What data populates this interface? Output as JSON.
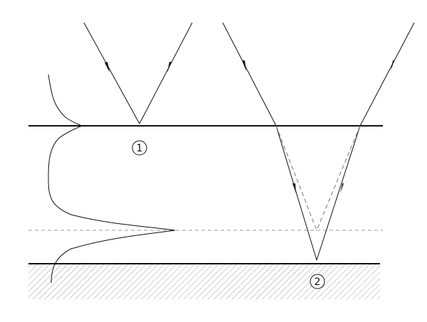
{
  "markers": [
    {
      "id": "reflection-point-1",
      "label": "1"
    },
    {
      "id": "reflection-point-2",
      "label": "2"
    }
  ],
  "colors": {
    "line": "#111111",
    "dashed": "#9a9a9a",
    "hatch": "#8c8c8c"
  }
}
